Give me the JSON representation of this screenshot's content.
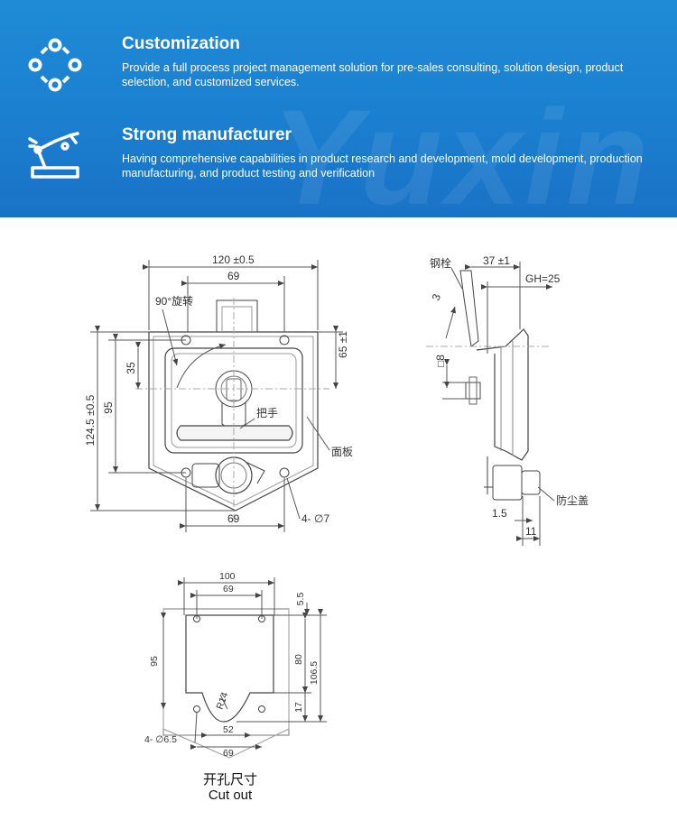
{
  "banner": {
    "watermark": "Yuxin",
    "features": [
      {
        "icon": "nodes-circle-icon",
        "title": "Customization",
        "description": "Provide a full process project management solution for pre-sales consulting, solution design, product selection, and customized services."
      },
      {
        "icon": "robot-arm-icon",
        "title": "Strong manufacturer",
        "description": "Having comprehensive capabilities in product research and development, mold development, production manufacturing, and product testing and verification"
      }
    ]
  },
  "drawing": {
    "front": {
      "width_total": "120 ±0.5",
      "width_inner": "69",
      "rotation": "90°旋转",
      "height_total": "124.5 ±0.5",
      "height_95": "95",
      "height_35": "35",
      "height_65": "65 ±1",
      "handle_label": "把手",
      "panel_label": "面板",
      "bottom_69": "69",
      "holes": "4- ∅7"
    },
    "side": {
      "bolt_label": "钢栓",
      "dim_37": "37 ±1",
      "gh": "GH=25",
      "dim_3": "3",
      "dim_8": "□8",
      "dust_cover": "防尘盖",
      "dim_15": "1.5",
      "dim_11": "11"
    },
    "cutout": {
      "w100": "100",
      "w69_top": "69",
      "h55": "5.5",
      "h95": "95",
      "h80": "80",
      "h1065": "106.5",
      "h17": "17",
      "r14": "R14",
      "holes": "4- ∅6.5",
      "w52": "52",
      "w69_bottom": "69",
      "caption_cn": "开孔尺寸",
      "caption_en": "Cut out"
    }
  }
}
